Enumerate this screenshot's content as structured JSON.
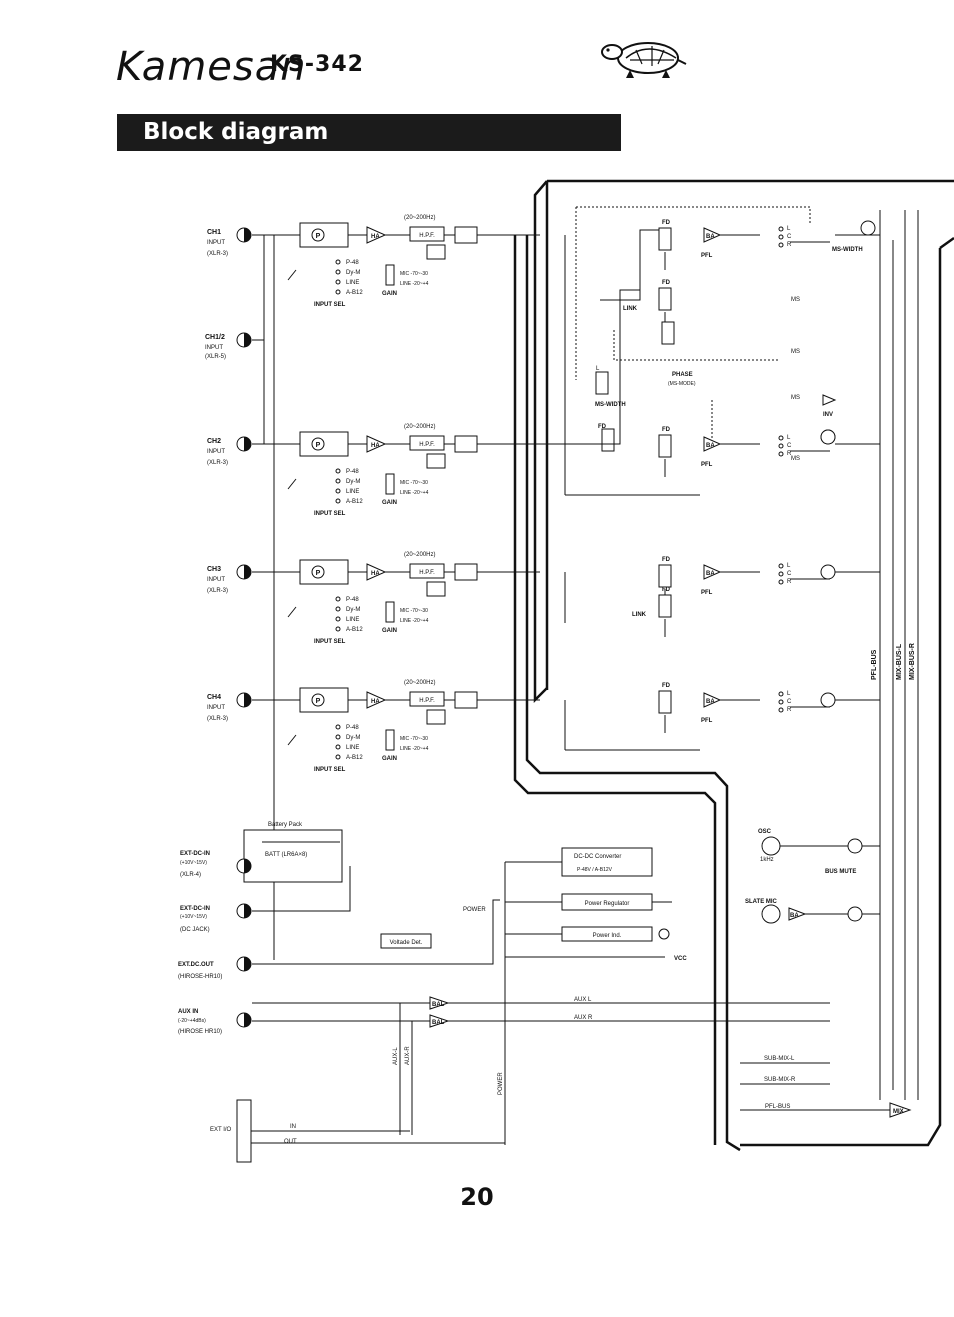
{
  "header": {
    "brand": "Kamesan",
    "model": "KS-342",
    "section_title": "Block diagram",
    "mascot": "turtle-icon"
  },
  "page_number": "20",
  "channels": [
    {
      "name": "CH1",
      "input": "INPUT",
      "connector": "(XLR-3)"
    },
    {
      "name": "CH2",
      "input": "INPUT",
      "connector": "(XLR-3)"
    },
    {
      "name": "CH3",
      "input": "INPUT",
      "connector": "(XLR-3)"
    },
    {
      "name": "CH4",
      "input": "INPUT",
      "connector": "(XLR-3)"
    }
  ],
  "ch12": {
    "name": "CH1/2",
    "input": "INPUT",
    "connector": "(XLR-5)"
  },
  "strip": {
    "p": "P",
    "ha": "HA",
    "hpf": "H.P.F.",
    "hpf_range": "(20~200Hz)",
    "sel": [
      "P-48",
      "Dy-M",
      "LINE",
      "A-B12"
    ],
    "input_sel": "INPUT SEL",
    "gain": "GAIN",
    "mic": "MIC  -70~-30",
    "line": "LINE -20~+4"
  },
  "right": {
    "fd": "FD",
    "ba": "BA",
    "pfl": "PFL",
    "link": "LINK",
    "lcr": [
      "L",
      "C",
      "R"
    ],
    "ms": "MS",
    "ms_width": "MS-WIDTH",
    "phase": "PHASE",
    "ms_mode": "(MS-MODE)",
    "inv": "INV"
  },
  "buses": {
    "pfl_bus": "PFL-BUS",
    "mix_l": "MIX-BUS-L",
    "mix_r": "MIX-BUS-R"
  },
  "power": {
    "battery_pack": "Battery Pack",
    "batt": "BATT (LR6A×8)",
    "ext_dc_in_1": "EXT-DC-IN",
    "range_1": "(+10V~15V)",
    "conn_1": "(XLR-4)",
    "ext_dc_in_2": "EXT-DC-IN",
    "range_2": "(+10V~15V)",
    "conn_2": "(DC JACK)",
    "ext_dc_out": "EXT.DC.OUT",
    "conn_3": "(HIROSE-HR10)",
    "voltage_det": "Voltade Det.",
    "power": "POWER",
    "dcdc": "DC-DC Converter",
    "dcdc_sub": "P-48V / A-B12V",
    "regulator": "Power Regulator",
    "indicator": "Power Ind.",
    "vcc": "VCC"
  },
  "aux": {
    "aux_in": "AUX IN",
    "range": "(-20~+4dBs)",
    "conn": "(HIROSE HR10)",
    "bal": "BAL",
    "aux_l": "AUX L",
    "aux_r": "AUX R",
    "aux_l_v": "AUX-L",
    "aux_r_v": "AUX-R",
    "power_v": "POWER"
  },
  "misc": {
    "osc": "OSC",
    "khz": "1kHz",
    "bus_mute": "BUS MUTE",
    "slate": "SLATE MIC",
    "submix_l": "SUB-MIX-L",
    "submix_r": "SUB-MIX-R",
    "pfl_bus_h": "PFL-BUS",
    "mix": "MIX",
    "ext_io": "EXT I/O",
    "in": "IN",
    "out": "OUT"
  }
}
